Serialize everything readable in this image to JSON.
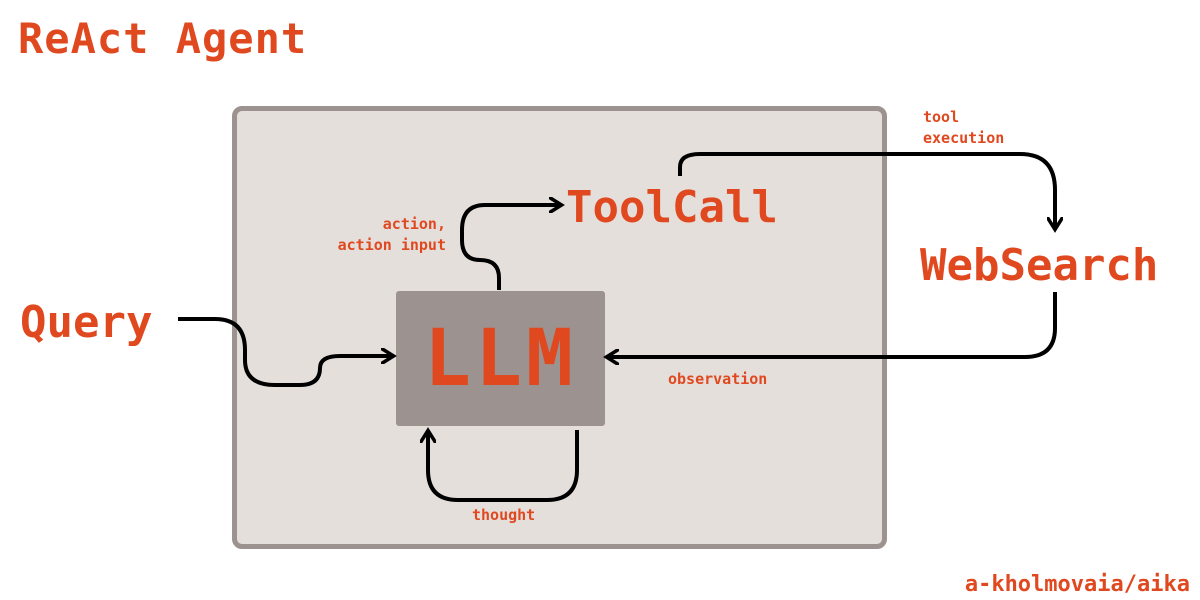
{
  "title": "ReAct Agent",
  "nodes": {
    "query": "Query",
    "llm": "LLM",
    "toolcall": "ToolCall",
    "websearch": "WebSearch"
  },
  "edges": {
    "action_line1": "action,",
    "action_line2": "action input",
    "tool_line1": "tool",
    "tool_line2": "execution",
    "observation": "observation",
    "thought": "thought"
  },
  "credit": "a-kholmovaia/aika",
  "colors": {
    "accent": "#e0491f",
    "container_fill": "#e5dfdc",
    "container_border": "#9c9290",
    "llm_fill": "#9c9290",
    "arrow": "#000000"
  }
}
